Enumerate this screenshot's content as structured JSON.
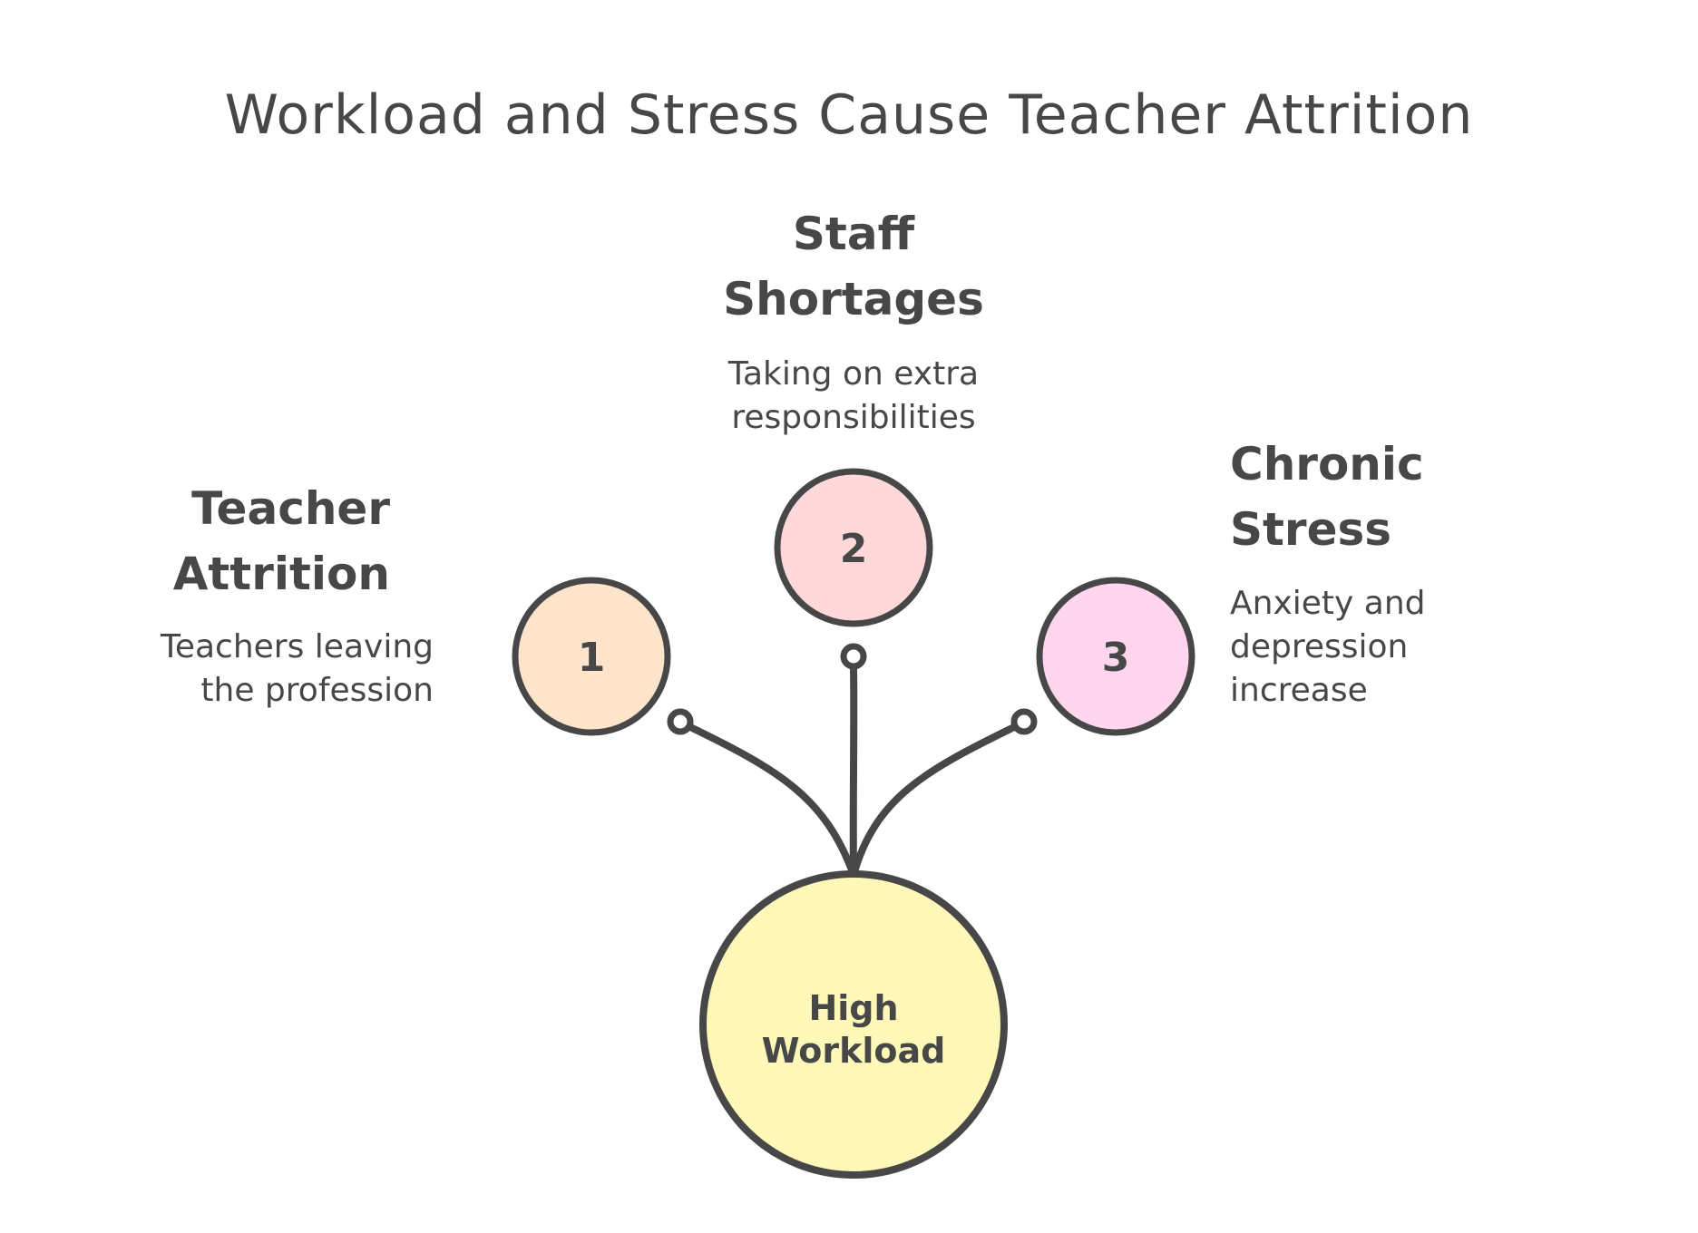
{
  "title": "Workload and Stress Cause Teacher Attrition",
  "hub": {
    "line1": "High",
    "line2": "Workload",
    "color": "#fff8b8"
  },
  "nodes": [
    {
      "number": "1",
      "label_line1": "Teacher",
      "label_line2": "Attrition",
      "desc_line1": "Teachers leaving",
      "desc_line2": "the profession",
      "color": "#ffe4cc"
    },
    {
      "number": "2",
      "label_line1": "Staff",
      "label_line2": "Shortages",
      "desc_line1": "Taking on extra",
      "desc_line2": "responsibilities",
      "color": "#ffd9d9"
    },
    {
      "number": "3",
      "label_line1": "Chronic",
      "label_line2": "Stress",
      "desc_line1": "Anxiety and",
      "desc_line2": "depression",
      "desc_line3": "increase",
      "color": "#ffd6ee"
    }
  ],
  "colors": {
    "stroke": "#474747",
    "text": "#474747"
  }
}
